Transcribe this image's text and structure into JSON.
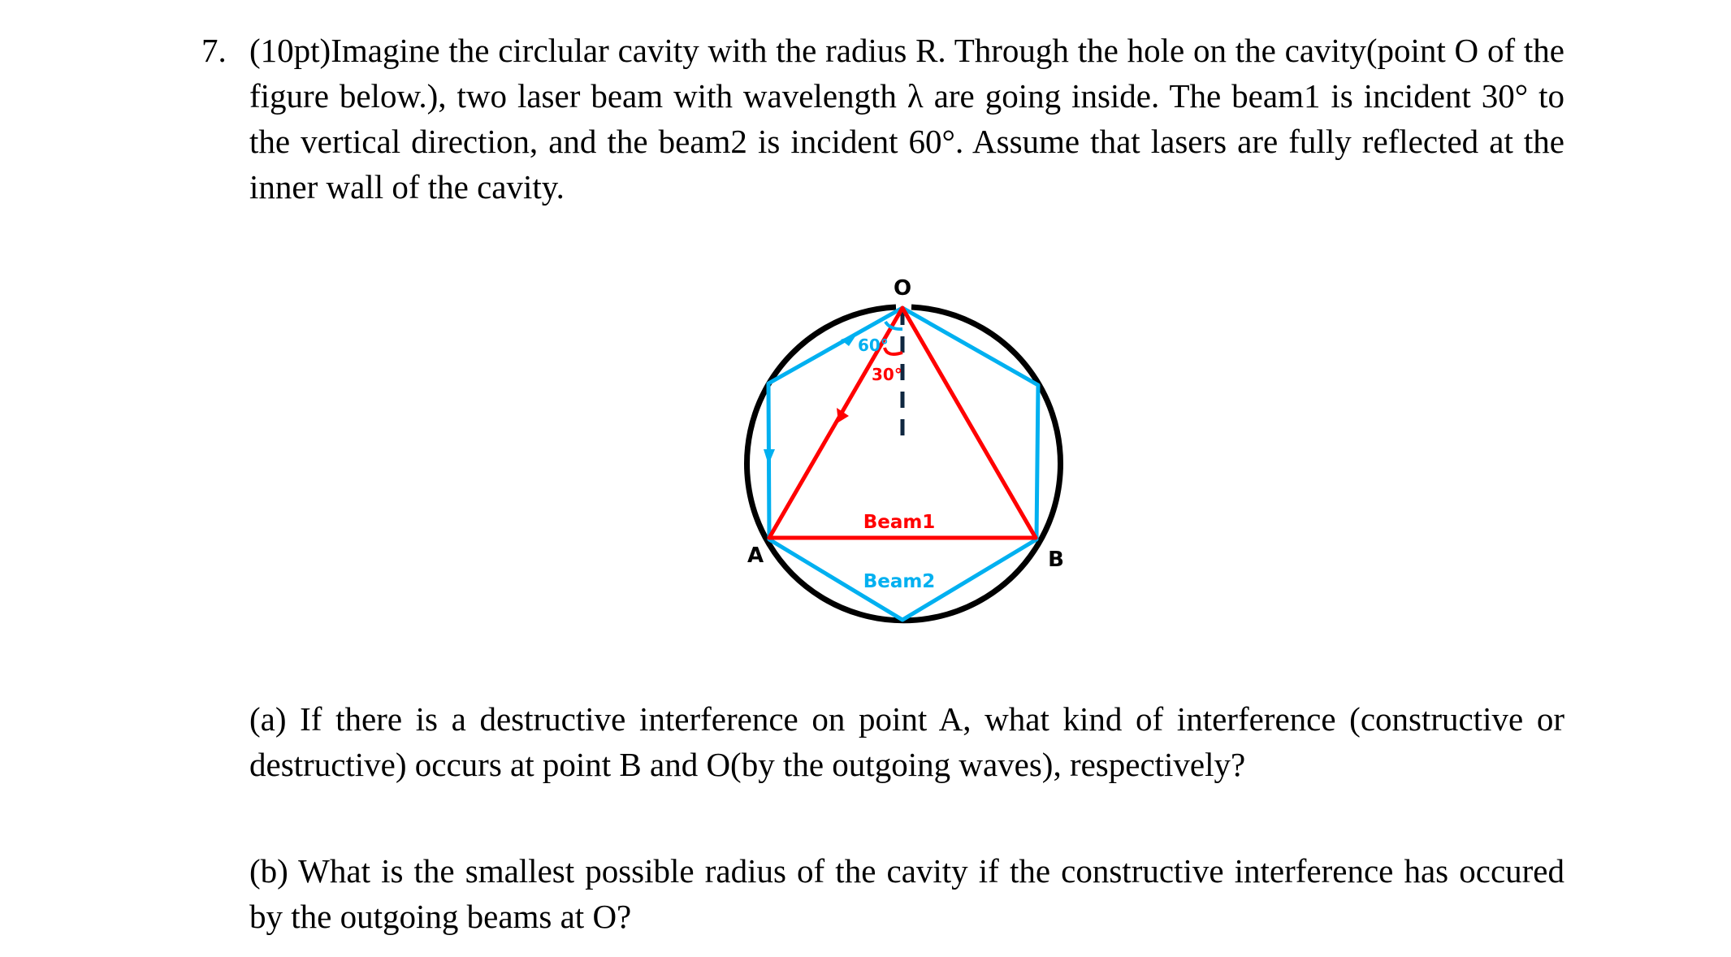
{
  "problem": {
    "number": "7.",
    "text": "(10pt)Imagine the circlular cavity with the radius R. Through the hole on the cavity(point O of the figure below.), two laser beam with wavelength λ are going inside.  The beam1 is incident 30° to the vertical direction, and the beam2 is incident 60°. Assume that lasers are fully reflected at the inner wall of the cavity."
  },
  "figure": {
    "point_o": "O",
    "point_a": "A",
    "point_b": "B",
    "beam1_label": "Beam1",
    "beam2_label": "Beam2",
    "angle_beam1": "30°",
    "angle_beam2": "60°",
    "colors": {
      "beam1": "#ff0000",
      "beam2": "#00b0f0",
      "cavity": "#000000",
      "vertical": "#0f2740"
    }
  },
  "parts": {
    "a": "(a) If there is a destructive interference on point A, what kind of interference (constructive or destructive) occurs at point B and O(by the outgoing waves), respectively?",
    "b": "(b) What is the smallest possible radius of the cavity if the constructive interference has occured by the outgoing beams at O?"
  }
}
